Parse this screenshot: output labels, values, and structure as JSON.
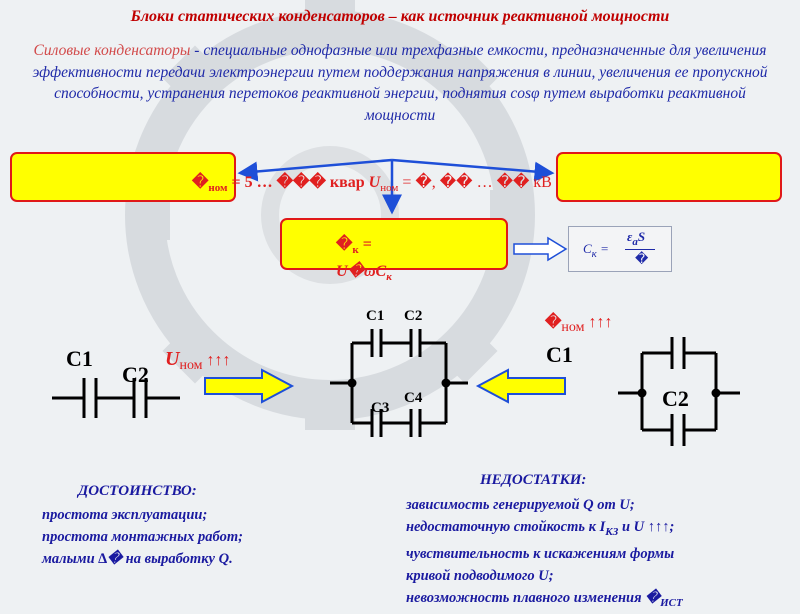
{
  "title": "Блоки статических конденсаторов – как  источник реактивной мощности",
  "intro": {
    "highlight": "Силовые конденсаторы",
    "rest": " - специальные однофазные или трехфазные емкости, предназначенные для увеличения эффективности передачи электроэнергии путем поддержания напряжения в линии, увеличения ее пропускной способности, устранения перетоков реактивной энергии, поднятия cosφ путем выработки реактивной мощности"
  },
  "top_box": {
    "q_prefix": "�",
    "q_sub": "ном",
    "q_rest": " = 5 … ��� квар ",
    "u_prefix": "U",
    "u_sub": "ном",
    "u_rest": " = �, �� … �� кВ"
  },
  "mid_box": {
    "line1_prefix": "�",
    "line1_sub": "к",
    "line1_rest": " = ",
    "line2": "U",
    "line2_rest": "�ωC",
    "line2_sub": "к"
  },
  "formula": {
    "c": "C",
    "c_sub": "к",
    "eq": " = ",
    "num": "ε",
    "num_sub": "a",
    "num_rest": "S",
    "den": "�"
  },
  "circuits": {
    "left_c1": "C1",
    "left_c2": "C2",
    "left_u": "U",
    "left_u_sub": "ном",
    "left_arrows": " ↑↑↑",
    "mid_c1": "C1",
    "mid_c2": "C2",
    "mid_c3": "C3",
    "mid_c4": "C4",
    "right_q": "�",
    "right_q_sub": "ном",
    "right_arrows": " ↑↑↑",
    "right_c1": "C1",
    "right_c2": "C2"
  },
  "advantages": {
    "title": "ДОСТОИНСТВО:",
    "bullet": "",
    "items": [
      "простота эксплуатации;",
      " простота монтажных работ;",
      "малыми ∆� на выработку Q."
    ]
  },
  "disadvantages": {
    "title": "НЕДОСТАТКИ:",
    "bullet": "",
    "items": [
      "зависимость генерируемой Q от U;",
      "недостаточную стойкость к I",
      "чувствительность к искажениям формы",
      "кривой подводимого U;",
      " невозможность плавного изменения �"
    ],
    "item2_sub": "КЗ",
    "item2_rest": " и U ↑↑↑;",
    "item5_sub": "ИСТ"
  },
  "colors": {
    "title": "#c00000",
    "text": "#1f2aa8",
    "box_fill": "#ffff00",
    "box_border": "#e01818",
    "arrow_blue": "#1e4fd8",
    "arrow_yellow": "#ffff00"
  }
}
